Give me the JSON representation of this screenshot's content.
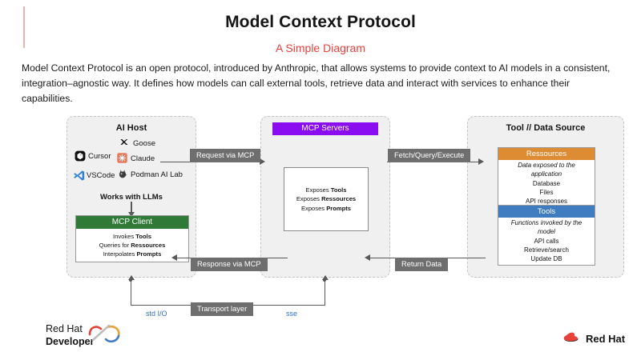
{
  "header": {
    "title": "Model Context Protocol",
    "subtitle": "A Simple Diagram",
    "intro": "Model Context Protocol is an open protocol, introduced by Anthropic, that allows systems to provide context to AI models in a consistent, integration–agnostic way.  It defines how models can call external tools, retrieve data and interact with services to enhance their capabilities.",
    "accent_color": "#e8413a"
  },
  "panels": {
    "host": {
      "title": "AI Host",
      "apps": [
        {
          "name": "Cursor",
          "icon": "cursor-icon"
        },
        {
          "name": "VSCode",
          "icon": "vscode-icon"
        },
        {
          "name": "Goose",
          "icon": "goose-icon"
        },
        {
          "name": "Claude",
          "icon": "claude-icon"
        },
        {
          "name": "Podman AI Lab",
          "icon": "podman-icon"
        }
      ],
      "works_with": "Works with LLMs",
      "client": {
        "title": "MCP Client",
        "header_color": "#2f7a37",
        "lines": [
          {
            "prefix": "Invokes ",
            "strong": "Tools"
          },
          {
            "prefix": "Queries for ",
            "strong": "Ressources"
          },
          {
            "prefix": "Interpolates ",
            "strong": "Prompts"
          }
        ]
      }
    },
    "servers": {
      "title": "MCP Servers",
      "header_color": "#8a0cf0",
      "exposes": [
        {
          "prefix": "Exposes ",
          "strong": "Tools"
        },
        {
          "prefix": "Exposes ",
          "strong": "Ressources"
        },
        {
          "prefix": "Exposes ",
          "strong": "Prompts"
        }
      ]
    },
    "tools": {
      "title": "Tool // Data Source",
      "blocks": [
        {
          "title": "Ressources",
          "header_color": "#dd8c34",
          "italic_lines": [
            "Data exposed to the",
            "application"
          ],
          "items": [
            "Database",
            "Files",
            "API responses"
          ]
        },
        {
          "title": "Tools",
          "header_color": "#3f7cc0",
          "italic_lines": [
            "Functions invoked by the",
            "model"
          ],
          "items": [
            "API calls",
            "Retrieve/search",
            "Update DB"
          ]
        }
      ]
    }
  },
  "flows": {
    "request": "Request via MCP",
    "fetch": "Fetch/Query/Execute",
    "response": "Response via MCP",
    "return": "Return Data",
    "label_color": "#6e6e6e"
  },
  "transport": {
    "label": "Transport layer",
    "left_note": "std I/O",
    "right_note": "sse",
    "note_color": "#2f6fd0"
  },
  "footer": {
    "developer_logo_line1": "Red Hat",
    "developer_logo_line2": "Developer",
    "redhat_logo_text": "Red Hat"
  }
}
